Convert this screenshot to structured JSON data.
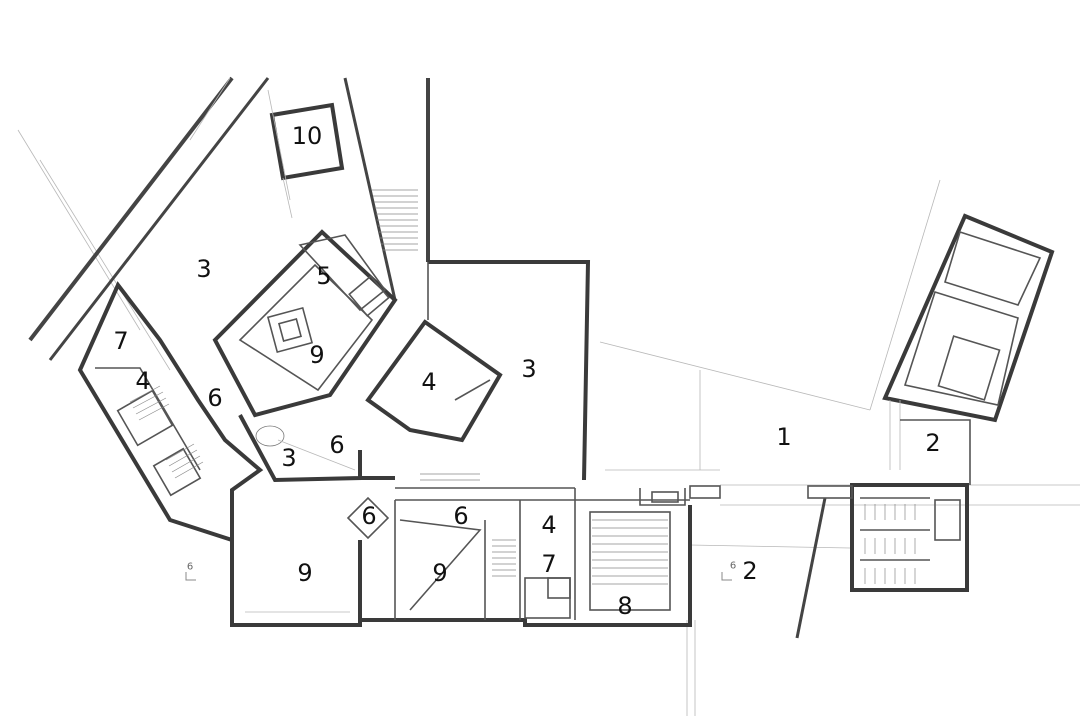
{
  "room_labels": {
    "r1": "1",
    "r2_east_pavilion": "2",
    "r2_south": "2",
    "r3_north": "3",
    "r3_east": "3",
    "r3_court": "3",
    "r4_west": "4",
    "r4_center": "4",
    "r4_south": "4",
    "r5": "5",
    "r6_west": "6",
    "r6_court": "6",
    "r6_entry": "6",
    "r6_corridor": "6",
    "r7_west": "7",
    "r7_south": "7",
    "r8": "8",
    "r9_center": "9",
    "r9_southwest": "9",
    "r9_south": "9",
    "r10": "10"
  },
  "section_marks": {
    "west": "6",
    "east": "6"
  }
}
